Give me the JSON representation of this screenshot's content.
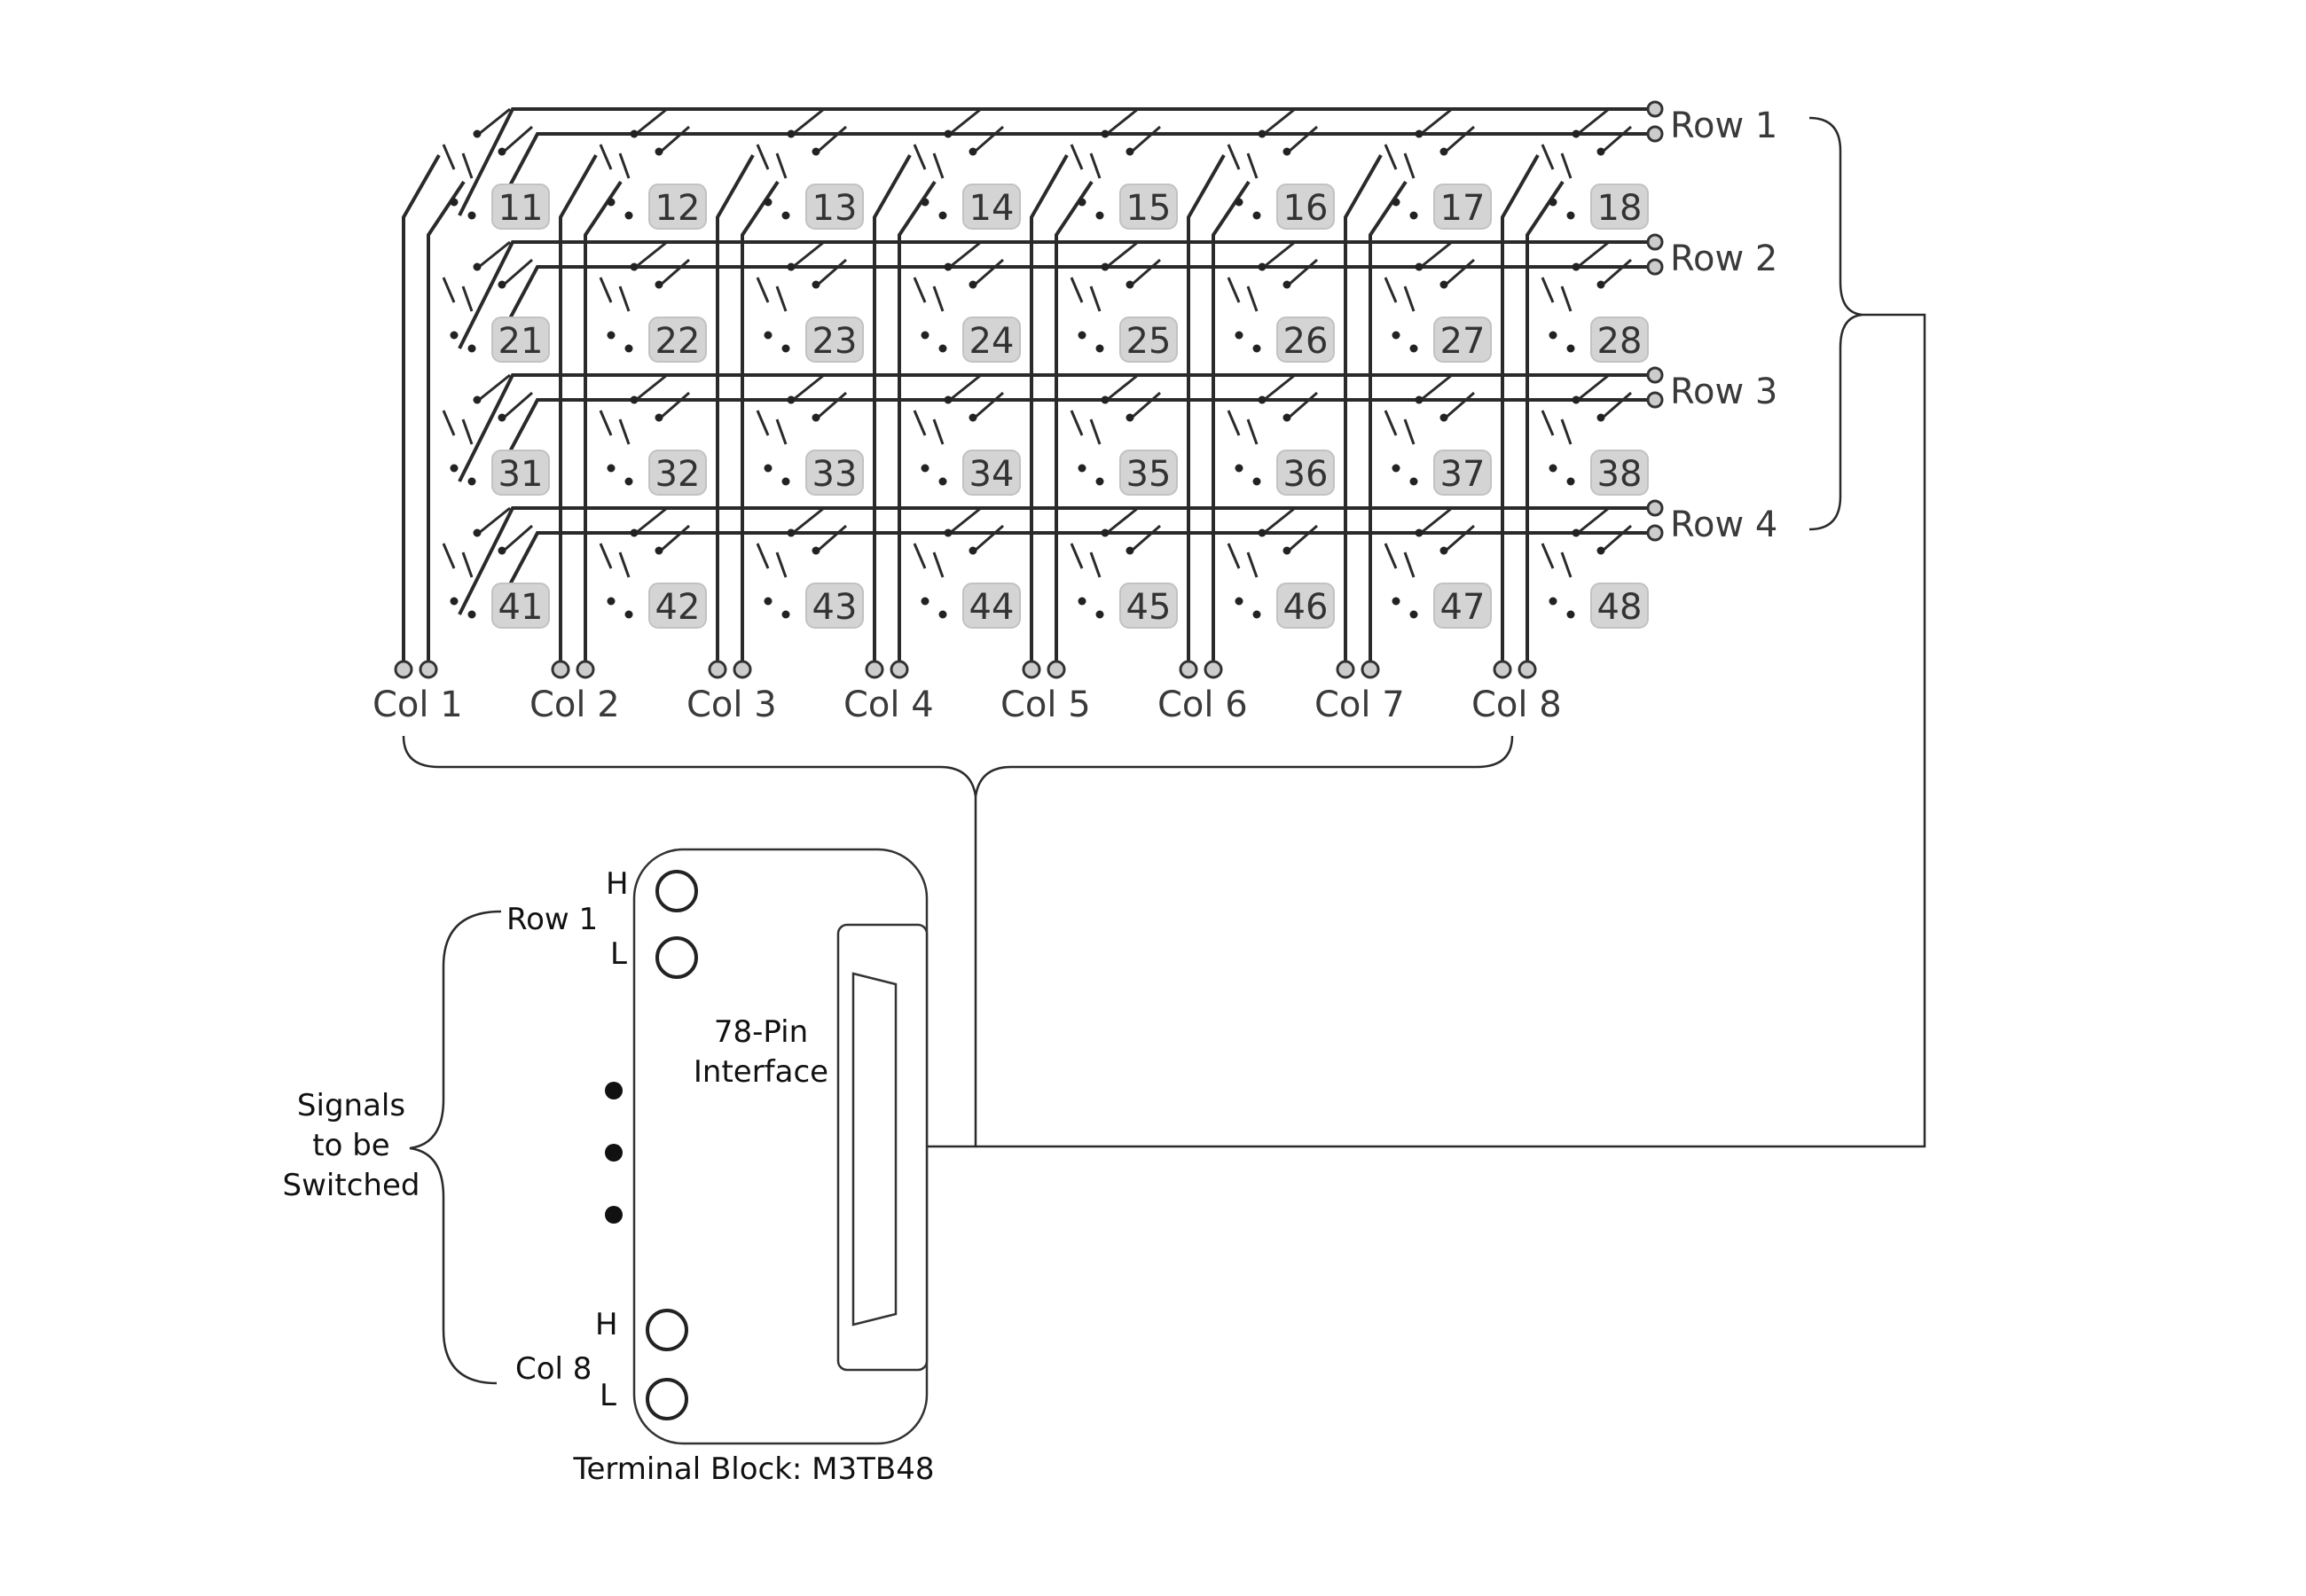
{
  "matrix": {
    "row_labels": [
      "Row 1",
      "Row 2",
      "Row 3",
      "Row 4"
    ],
    "col_labels": [
      "Col 1",
      "Col 2",
      "Col 3",
      "Col 4",
      "Col 5",
      "Col 6",
      "Col 7",
      "Col 8"
    ],
    "switch_numbers": [
      [
        "11",
        "12",
        "13",
        "14",
        "15",
        "16",
        "17",
        "18"
      ],
      [
        "21",
        "22",
        "23",
        "24",
        "25",
        "26",
        "27",
        "28"
      ],
      [
        "31",
        "32",
        "33",
        "34",
        "35",
        "36",
        "37",
        "38"
      ],
      [
        "41",
        "42",
        "43",
        "44",
        "45",
        "46",
        "47",
        "48"
      ]
    ]
  },
  "terminal_block": {
    "title": "Terminal Block: M3TB48",
    "interface_line1": "78-Pin",
    "interface_line2": "Interface",
    "top_terminal_label": "Row 1",
    "bottom_terminal_label": "Col 8",
    "high_label": "H",
    "low_label": "L"
  },
  "signals_label": {
    "line1": "Signals",
    "line2": "to be",
    "line3": "Switched"
  }
}
